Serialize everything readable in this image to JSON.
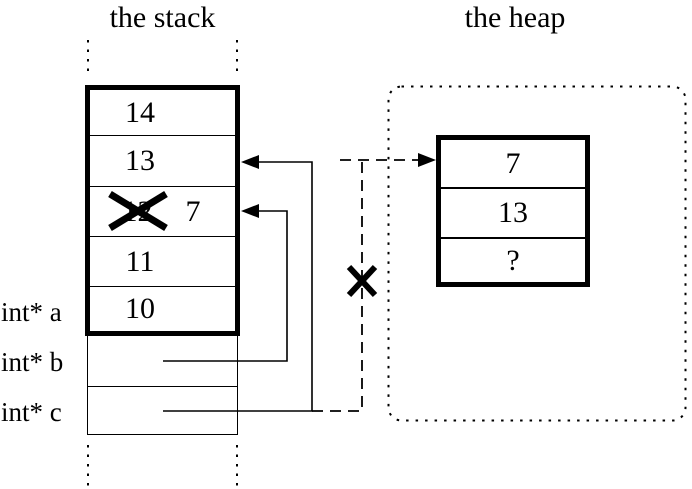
{
  "colors": {
    "ink": "#000000",
    "background": "#ffffff"
  },
  "stack": {
    "title": "the stack",
    "cells": [
      {
        "value": "14"
      },
      {
        "value": "13"
      },
      {
        "value": "12",
        "crossed_out": true,
        "replacement": "7"
      },
      {
        "value": "11"
      },
      {
        "value": "10"
      }
    ],
    "pointer_labels": [
      "int* a",
      "int* b",
      "int* c"
    ]
  },
  "heap": {
    "title": "the heap",
    "cells": [
      {
        "value": "7"
      },
      {
        "value": "13"
      },
      {
        "value": "?"
      }
    ]
  },
  "icons": {
    "cross_out": "bold X of two crossed strokes",
    "arrowhead": "filled triangle",
    "heap_region": "dotted rounded rectangle",
    "stack_extent": "dotted vertical guide lines"
  }
}
